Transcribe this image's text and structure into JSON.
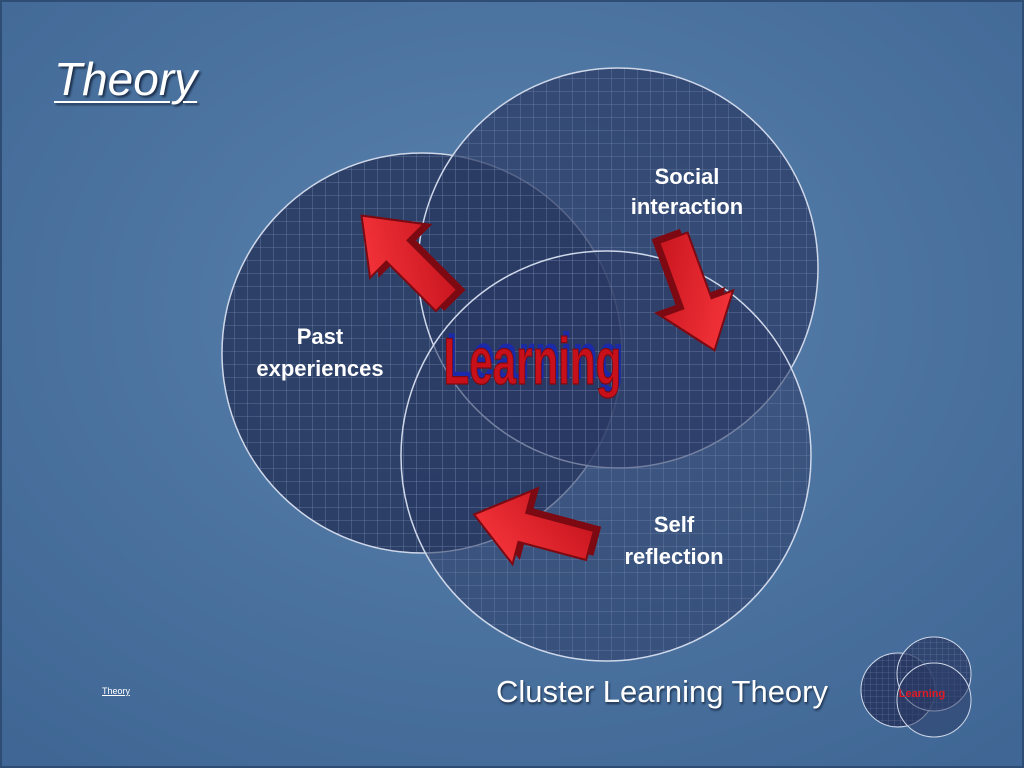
{
  "slide": {
    "title": "Theory",
    "footer_link": "Theory",
    "footer_title": "Cluster Learning Theory"
  },
  "diagram": {
    "center_label": "Learning",
    "circles": [
      {
        "id": "social",
        "lines": [
          "Social",
          "interaction"
        ]
      },
      {
        "id": "past",
        "lines": [
          "Past",
          "experiences"
        ]
      },
      {
        "id": "self",
        "lines": [
          "Self",
          "reflection"
        ]
      }
    ],
    "thumbnail_label": "Learning"
  },
  "colors": {
    "background": "#4f77a4",
    "circle_fill": "#2a3a63",
    "grid_line": "#6d7fa8",
    "circle_stroke": "#cfd8ea",
    "arrow_red": "#e01a24",
    "arrow_dark": "#7d0a12",
    "learning_red": "#c8101a",
    "learning_blue": "#1a2aa8"
  },
  "icons": [
    "arrow-up-right-icon",
    "arrow-down-right-icon",
    "arrow-left-icon"
  ]
}
